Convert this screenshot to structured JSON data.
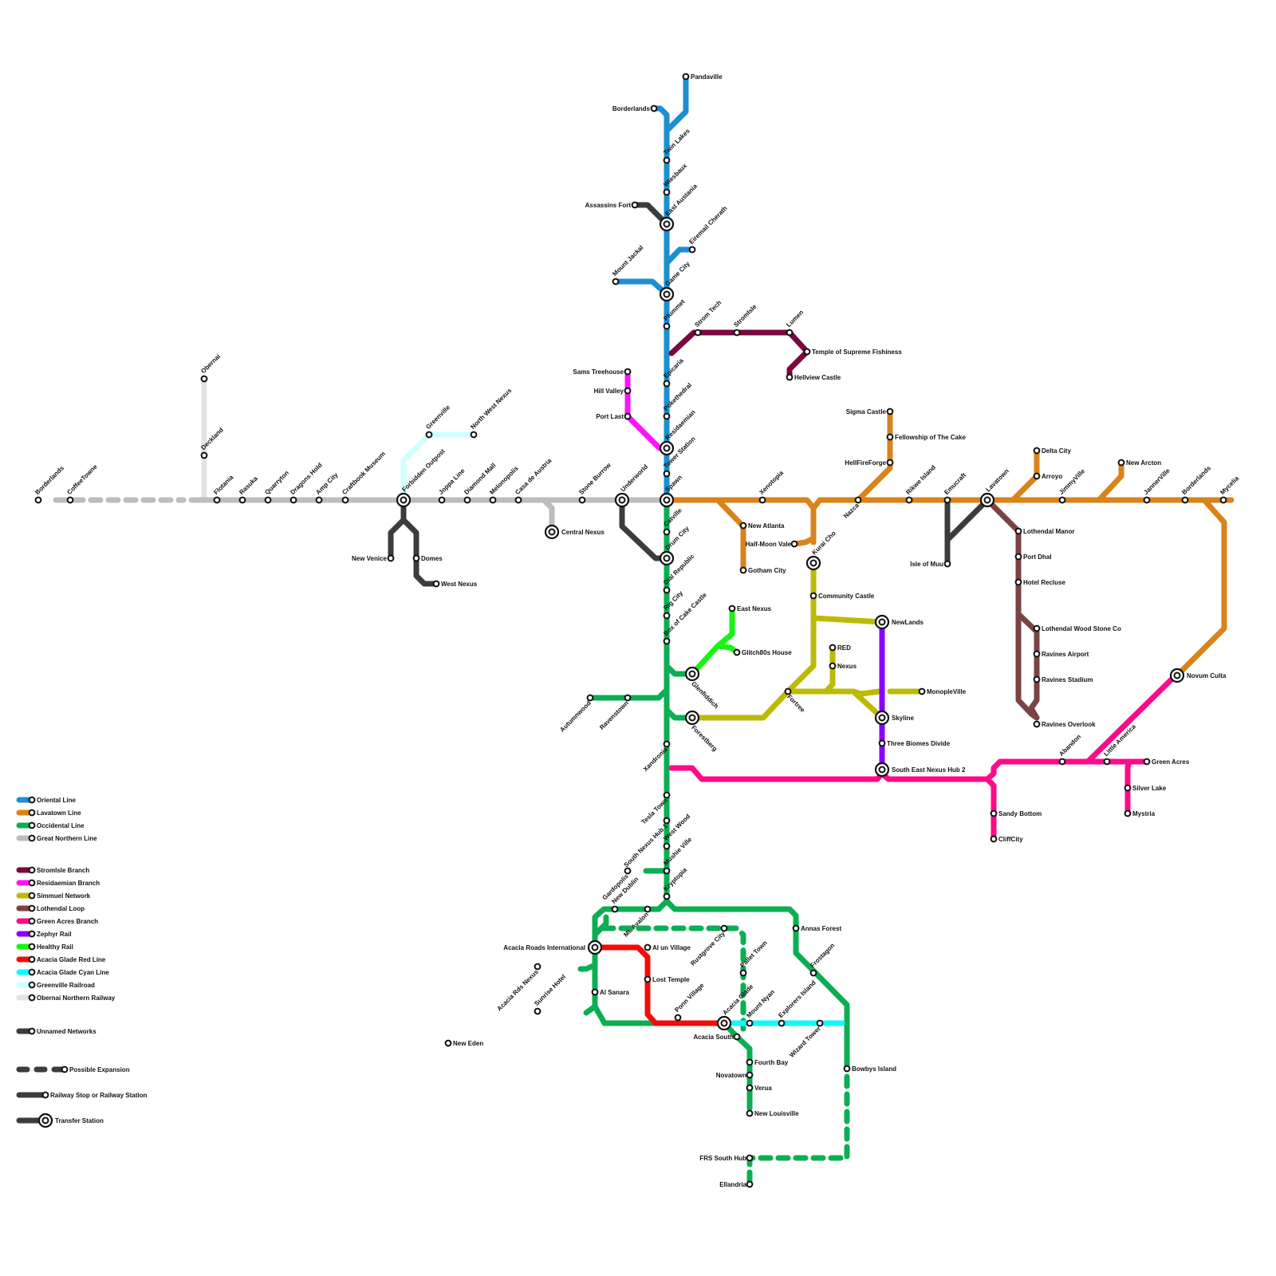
{
  "lines": [
    {
      "id": "oriental",
      "name": "Oriental Line",
      "color": "#1B8FD2"
    },
    {
      "id": "lavatown",
      "name": "Lavatown Line",
      "color": "#D9831B"
    },
    {
      "id": "occidental",
      "name": "Occidental Line",
      "color": "#0BAF52"
    },
    {
      "id": "greatnorthern",
      "name": "Great Northern Line",
      "color": "#BDBDBD"
    },
    {
      "id": "stromisle",
      "name": "StromIsle Branch",
      "color": "#7A0740"
    },
    {
      "id": "residaemian",
      "name": "Residaemian Branch",
      "color": "#FF14F7"
    },
    {
      "id": "simmuel",
      "name": "Simmuel Network",
      "color": "#BDBA06"
    },
    {
      "id": "lothendal",
      "name": "Lothendal Loop",
      "color": "#7B4343"
    },
    {
      "id": "greenacres",
      "name": "Green Acres Branch",
      "color": "#FF0A88"
    },
    {
      "id": "zephyr",
      "name": "Zephyr Rail",
      "color": "#8A00FF"
    },
    {
      "id": "healthy",
      "name": "Healthy Rail",
      "color": "#18F512"
    },
    {
      "id": "acaciared",
      "name": "Acacia Glade Red Line",
      "color": "#F20D0D"
    },
    {
      "id": "acaciacyan",
      "name": "Acacia Glade Cyan Line",
      "color": "#10F9FF"
    },
    {
      "id": "greenville",
      "name": "Greenville Railroad",
      "color": "#CFFFFF"
    },
    {
      "id": "obernai",
      "name": "Obernai Northern Railway",
      "color": "#E3E3E3"
    },
    {
      "id": "unnamed",
      "name": "Unnamed Networks",
      "color": "#3C3C3C"
    }
  ],
  "legend": {
    "unnamed_networks": "Unnamed Networks",
    "possible_expansion": "Possible Expansion",
    "railway_stop": "Railway Stop or Railway Station",
    "transfer_station": "Transfer Station"
  },
  "stations": [
    {
      "id": "borderlands_w",
      "name": "Borderlands"
    },
    {
      "id": "coffeetowne",
      "name": "CoffeeTowne"
    },
    {
      "id": "obernai",
      "name": "Obernai"
    },
    {
      "id": "deckland",
      "name": "Deckland"
    },
    {
      "id": "flotania",
      "name": "Flotania"
    },
    {
      "id": "rasuka",
      "name": "Rasuka"
    },
    {
      "id": "quarryton",
      "name": "Quarryton"
    },
    {
      "id": "dragonshold",
      "name": "Dragons Hold"
    },
    {
      "id": "ampcity",
      "name": "Amp City"
    },
    {
      "id": "craftbook",
      "name": "Craftbook Museum"
    },
    {
      "id": "forbidden",
      "name": "Forbidden Outpost"
    },
    {
      "id": "greenville",
      "name": "Greenville"
    },
    {
      "id": "nwnexus",
      "name": "North West Nexus"
    },
    {
      "id": "joppa",
      "name": "Joppa Line"
    },
    {
      "id": "diamondmall",
      "name": "Diamond Mall"
    },
    {
      "id": "melonopolis",
      "name": "Melonopolis"
    },
    {
      "id": "casadeaustria",
      "name": "Casa de Austria"
    },
    {
      "id": "centralnexus",
      "name": "Central Nexus"
    },
    {
      "id": "stoneburrow",
      "name": "Stone Burrow"
    },
    {
      "id": "underworld",
      "name": "Underworld"
    },
    {
      "id": "newvenice",
      "name": "New Venice"
    },
    {
      "id": "domes",
      "name": "Domes"
    },
    {
      "id": "westnexus",
      "name": "West Nexus"
    },
    {
      "id": "pandaville",
      "name": "Pandaville"
    },
    {
      "id": "borderlands_n",
      "name": "Borderlands"
    },
    {
      "id": "twinlakes",
      "name": "Twin Lakes"
    },
    {
      "id": "wiesbaux",
      "name": "Wiesbaux"
    },
    {
      "id": "assassins",
      "name": "Assassins Fort"
    },
    {
      "id": "eastaustania",
      "name": "East Austania"
    },
    {
      "id": "eiremail",
      "name": "Eiremail Cherath"
    },
    {
      "id": "mountjackal",
      "name": "Mount Jackal"
    },
    {
      "id": "gamecity",
      "name": "Game City"
    },
    {
      "id": "plummet",
      "name": "Plummet"
    },
    {
      "id": "epicaria",
      "name": "Epicaria"
    },
    {
      "id": "pokethedral",
      "name": "Pokethedral"
    },
    {
      "id": "residaemian",
      "name": "Residaemian"
    },
    {
      "id": "towerstation",
      "name": "Tower Station"
    },
    {
      "id": "spawn",
      "name": "Spawn"
    },
    {
      "id": "stromtech",
      "name": "Strom Tech"
    },
    {
      "id": "stromisle",
      "name": "StromIsle"
    },
    {
      "id": "lumen",
      "name": "Lumen"
    },
    {
      "id": "temple",
      "name": "Temple of Supreme Fishiness"
    },
    {
      "id": "hellview",
      "name": "Hellview Castle"
    },
    {
      "id": "samstree",
      "name": "Sams Treehouse"
    },
    {
      "id": "hillvalley",
      "name": "Hill Valley"
    },
    {
      "id": "portlast",
      "name": "Port Last"
    },
    {
      "id": "catville",
      "name": "Catville"
    },
    {
      "id": "drumcity",
      "name": "Drum City"
    },
    {
      "id": "dialrepublic",
      "name": "Dial Republic"
    },
    {
      "id": "rigcity",
      "name": "Rig City"
    },
    {
      "id": "boxofcake",
      "name": "Box of Cake Castle"
    },
    {
      "id": "glenfiddich",
      "name": "Glenfiddich"
    },
    {
      "id": "eastnexus",
      "name": "East Nexus"
    },
    {
      "id": "glitch",
      "name": "Glitch80s House"
    },
    {
      "id": "autumnwood",
      "name": "Autumnwood"
    },
    {
      "id": "ravenstown",
      "name": "Ravenstown"
    },
    {
      "id": "forestberg",
      "name": "Forestberg"
    },
    {
      "id": "xandronia",
      "name": "Xandronia"
    },
    {
      "id": "teslatown",
      "name": "Tesla Town"
    },
    {
      "id": "snhub1",
      "name": "South Nexus Hub 1"
    },
    {
      "id": "westwood",
      "name": "West Wood"
    },
    {
      "id": "gardopolis",
      "name": "Gardopolis"
    },
    {
      "id": "mushieville",
      "name": "Mushie Ville"
    },
    {
      "id": "kryptopia",
      "name": "Kryptopia"
    },
    {
      "id": "newdublin",
      "name": "New Dublin"
    },
    {
      "id": "mtavalon",
      "name": "Mt. Avalon"
    },
    {
      "id": "annasforest",
      "name": "Annas Forest"
    },
    {
      "id": "rustgrove",
      "name": "Rustgrove City"
    },
    {
      "id": "acaciaroads",
      "name": "Acacia Roads International"
    },
    {
      "id": "alunvillage",
      "name": "Al un Village"
    },
    {
      "id": "pallettown",
      "name": "Pallet Town"
    },
    {
      "id": "frostagon",
      "name": "Frostagon"
    },
    {
      "id": "acaciardsnexus",
      "name": "Acacia Rds Nexus"
    },
    {
      "id": "lostcastle",
      "name": "Lost Temple"
    },
    {
      "id": "alsanara",
      "name": "Al Sanara"
    },
    {
      "id": "sunrise",
      "name": "Sunrise Hotel"
    },
    {
      "id": "ponnvillage",
      "name": "Ponn Village"
    },
    {
      "id": "acaciaglade",
      "name": "Acacia Glade"
    },
    {
      "id": "mountnyan",
      "name": "Mount Nyan"
    },
    {
      "id": "explorers",
      "name": "Explorers Island"
    },
    {
      "id": "wizardtower",
      "name": "Wizard Tower"
    },
    {
      "id": "acaciasouth",
      "name": "Acacia South"
    },
    {
      "id": "neweden",
      "name": "New Eden"
    },
    {
      "id": "fourthbay",
      "name": "Fourth Bay"
    },
    {
      "id": "novatown",
      "name": "Novatown"
    },
    {
      "id": "verua",
      "name": "Verua"
    },
    {
      "id": "newlouisville",
      "name": "New Louisville"
    },
    {
      "id": "bowbys",
      "name": "Bowbys Island"
    },
    {
      "id": "frssouth",
      "name": "FRS South Hub"
    },
    {
      "id": "ellandria",
      "name": "Ellandria"
    },
    {
      "id": "xenotopia",
      "name": "Xenotopia"
    },
    {
      "id": "newatlanta",
      "name": "New Atlanta"
    },
    {
      "id": "gotham",
      "name": "Gotham City"
    },
    {
      "id": "halfmoon",
      "name": "Half-Moon Vale"
    },
    {
      "id": "kuraicho",
      "name": "Kurai Cho"
    },
    {
      "id": "community",
      "name": "Community Castle"
    },
    {
      "id": "newlands",
      "name": "NewLands"
    },
    {
      "id": "red",
      "name": "RED"
    },
    {
      "id": "nexus",
      "name": "Nexus"
    },
    {
      "id": "fortree",
      "name": "Fortree"
    },
    {
      "id": "monopole",
      "name": "MonopleVille"
    },
    {
      "id": "skyline",
      "name": "Skyline"
    },
    {
      "id": "threebiomes",
      "name": "Three Biomes Divide"
    },
    {
      "id": "sehub2",
      "name": "South East Nexus Hub 2"
    },
    {
      "id": "nazca",
      "name": "Nazca"
    },
    {
      "id": "sigma",
      "name": "Sigma Castle"
    },
    {
      "id": "fellowship",
      "name": "Fellowship of The Cake"
    },
    {
      "id": "hellfire",
      "name": "HellFireForge"
    },
    {
      "id": "rikwe",
      "name": "Rikwe Island"
    },
    {
      "id": "emucraft",
      "name": "Emucraft"
    },
    {
      "id": "lavatown",
      "name": "Lavatown"
    },
    {
      "id": "isleofmuu",
      "name": "Isle of Muu"
    },
    {
      "id": "deltacity",
      "name": "Delta City"
    },
    {
      "id": "arroyo",
      "name": "Arroyo"
    },
    {
      "id": "jimmyville",
      "name": "JimmyVille"
    },
    {
      "id": "newarcton",
      "name": "New Arcton"
    },
    {
      "id": "jannerville",
      "name": "JannerVille"
    },
    {
      "id": "borderlands_e",
      "name": "Borderlands"
    },
    {
      "id": "mycelia",
      "name": "Mycelia"
    },
    {
      "id": "novumculta",
      "name": "Novum Culta"
    },
    {
      "id": "lothendalmanor",
      "name": "Lothendal Manor"
    },
    {
      "id": "portdhal",
      "name": "Port Dhal"
    },
    {
      "id": "hotelrecluse",
      "name": "Hotel Recluse"
    },
    {
      "id": "lothendalwood",
      "name": "Lothendal Wood  Stone Co"
    },
    {
      "id": "ravinesairport",
      "name": "Ravines Airport"
    },
    {
      "id": "ravinesstadium",
      "name": "Ravines Stadium"
    },
    {
      "id": "ravinesoverlook",
      "name": "Ravines Overlook"
    },
    {
      "id": "abandon",
      "name": "Abandon"
    },
    {
      "id": "littleamerica",
      "name": "Little America"
    },
    {
      "id": "greenacres",
      "name": "Green Acres"
    },
    {
      "id": "silverlake",
      "name": "Silver Lake"
    },
    {
      "id": "mystria",
      "name": "Mystria"
    },
    {
      "id": "sandybottom",
      "name": "Sandy Bottom"
    },
    {
      "id": "cliffcity",
      "name": "CliffCity"
    }
  ]
}
